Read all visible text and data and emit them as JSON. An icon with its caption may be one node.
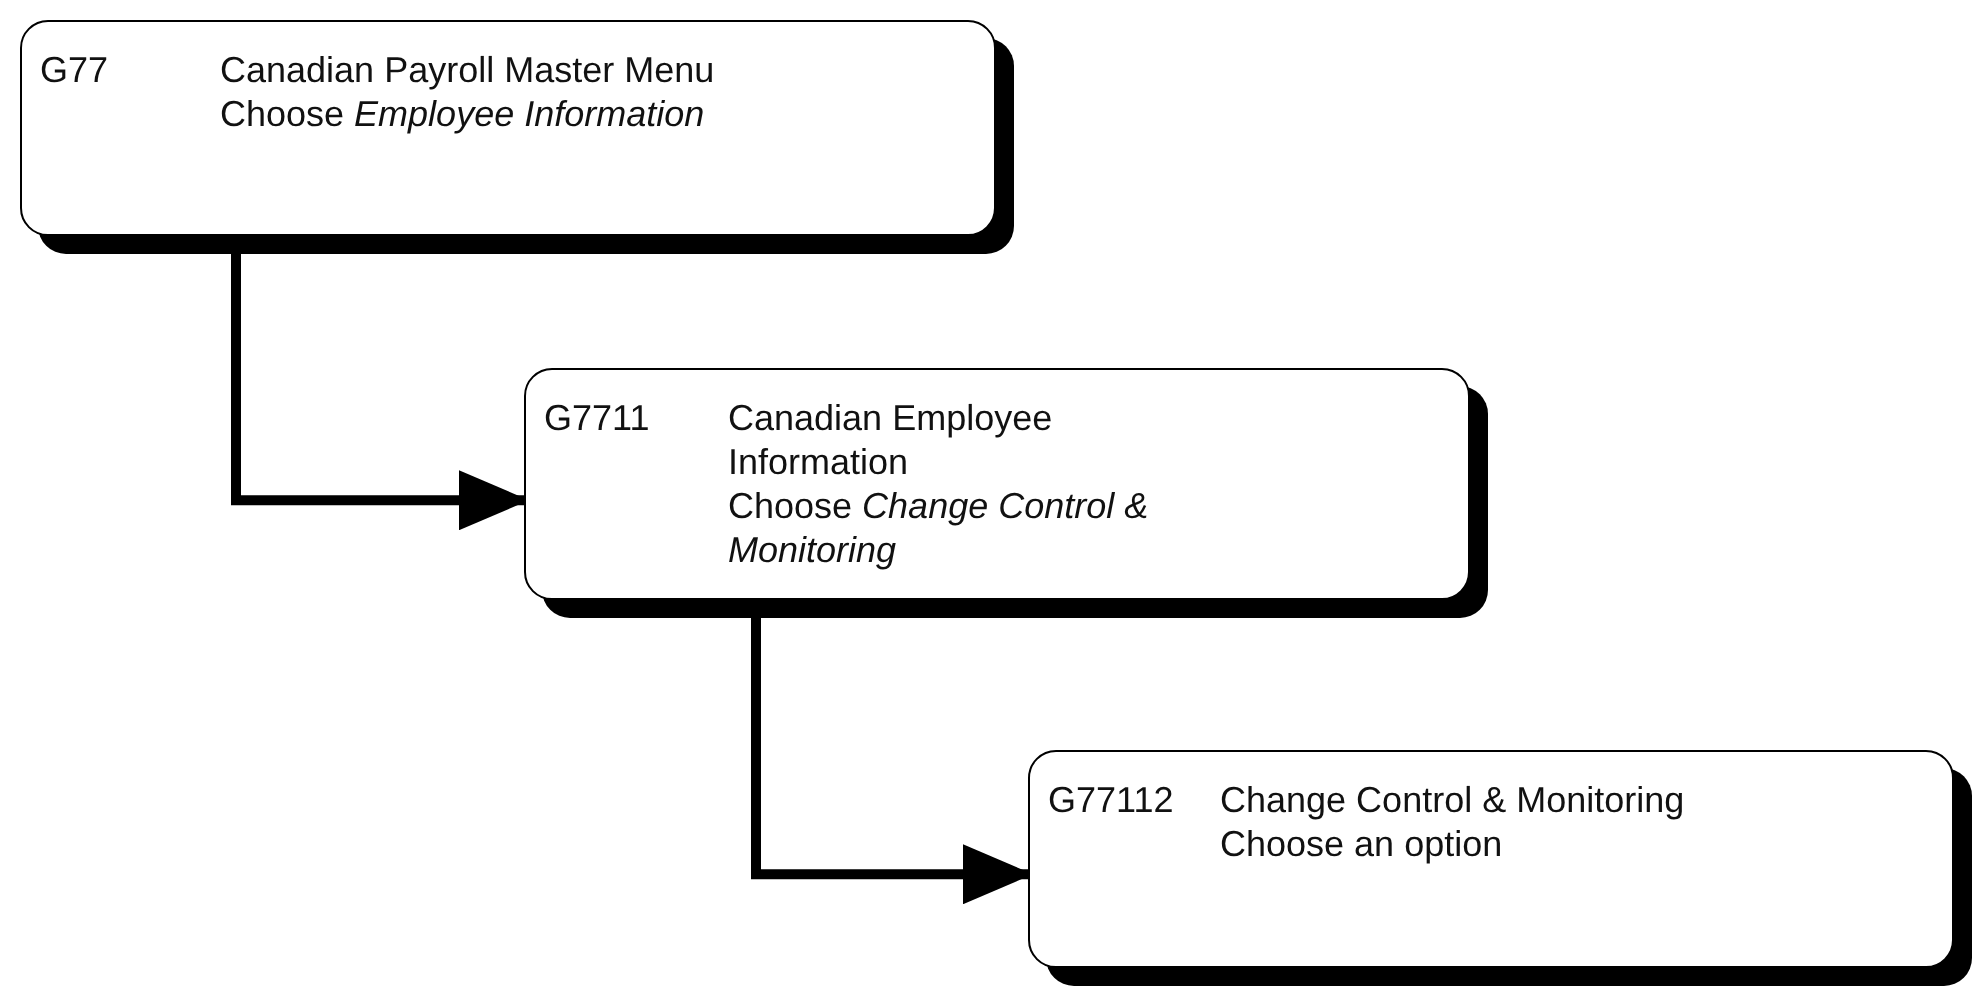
{
  "diagram": {
    "nodes": [
      {
        "text": [
          "G77",
          "Canadian Payroll Master Menu",
          "Choose *Employee Information*"
        ]
      },
      {
        "text": [
          "G7711",
          "Canadian Employee Information",
          "Choose *Change Control & Monitoring*"
        ]
      },
      {
        "text": [
          "G77112",
          "Change Control & Monitoring",
          "Choose an option"
        ]
      }
    ],
    "edges": [
      {
        "from": 0,
        "to": 1,
        "arrow": "to"
      },
      {
        "from": 1,
        "to": 2,
        "arrow": "to"
      }
    ]
  }
}
